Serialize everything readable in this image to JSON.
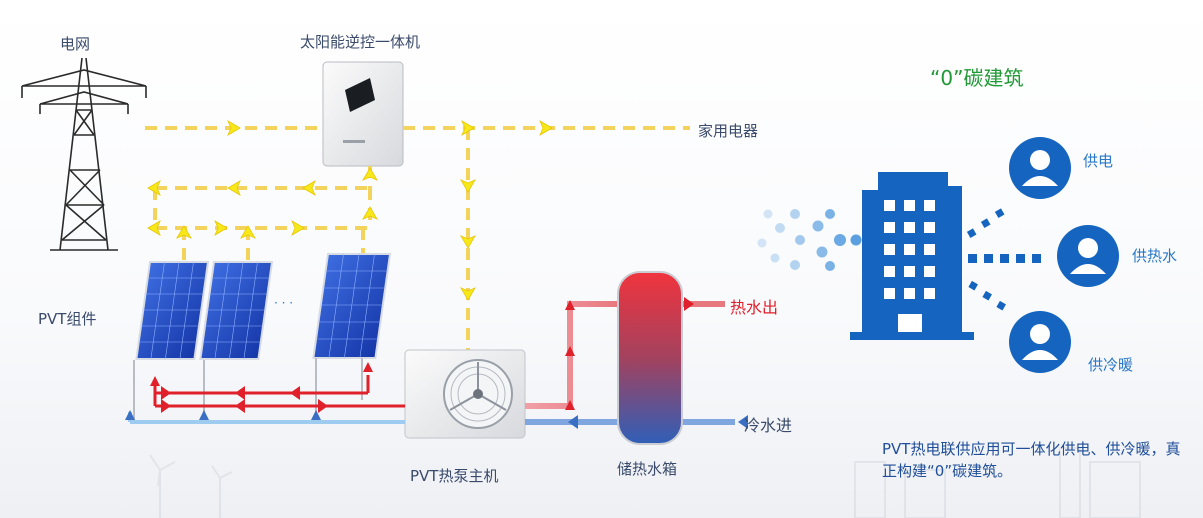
{
  "labels": {
    "grid": "电网",
    "inverter": "太阳能逆控一体机",
    "appliances": "家用电器",
    "pvt_modules": "PVT组件",
    "hot_water_out": "热水出",
    "cold_water_in": "冷水进",
    "heat_pump": "PVT热泵主机",
    "storage_tank": "储热水箱",
    "zero_carbon_title": "“0”碳建筑",
    "supply_power": "供电",
    "supply_hot_water": "供热水",
    "supply_heating_cooling": "供冷暖",
    "panel_ellipsis": "· · ·",
    "caption": "PVT热电联供应用可一体化供电、供冷暖，真正构建“0”碳建筑。"
  },
  "colors": {
    "power_line": "#f3d35c",
    "power_arrow": "#f7e81a",
    "hot_water": "#e0202a",
    "cold_water": "#5b8fd6",
    "building": "#1565c0",
    "title_green": "#1f9a36",
    "label_blue": "#1f4e9a"
  },
  "icons": [
    "transmission-tower-icon",
    "inverter-icon",
    "solar-panel-icon",
    "heat-pump-icon",
    "water-tank-icon",
    "building-icon",
    "person-icon"
  ]
}
